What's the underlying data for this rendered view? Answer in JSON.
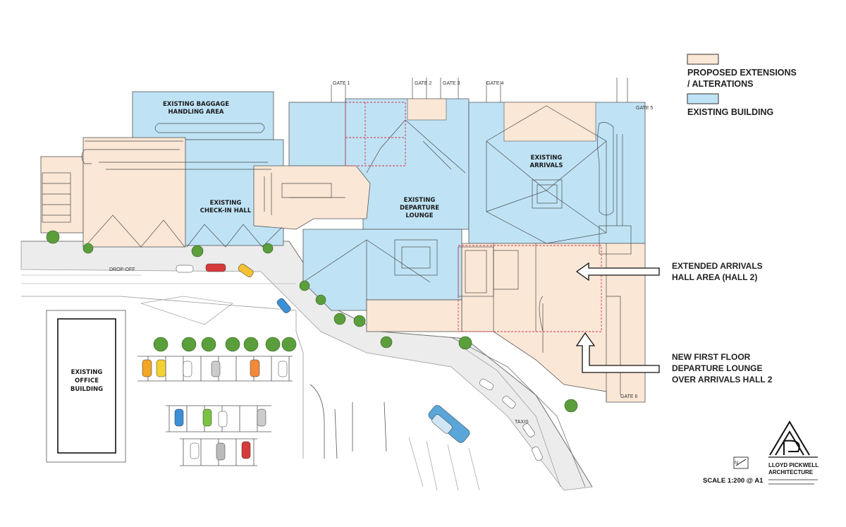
{
  "legend": {
    "proposed_line1": "PROPOSED EXTENSIONS",
    "proposed_line2": "/ ALTERATIONS",
    "existing": "EXISTING BUILDING",
    "proposed_color": "#fbe7d6",
    "existing_color": "#bfe3f5"
  },
  "rooms": {
    "baggage_line1": "EXISTING BAGGAGE",
    "baggage_line2": "HANDLING AREA",
    "checkin_line1": "EXISTING",
    "checkin_line2": "CHECK-IN HALL",
    "departure_line1": "EXISTING",
    "departure_line2": "DEPARTURE",
    "departure_line3": "LOUNGE",
    "arrivals_line1": "EXISTING",
    "arrivals_line2": "ARRIVALS",
    "office_line1": "EXISTING",
    "office_line2": "OFFICE",
    "office_line3": "BUILDING"
  },
  "gates": {
    "g1": "GATE 1",
    "g2": "GATE 2",
    "g3": "GATE 3",
    "g4": "GATE 4",
    "g5": "GATE 5",
    "g6": "GATE 6"
  },
  "road": {
    "dropoff": "DROP-OFF",
    "taxis": "TAXIS"
  },
  "callouts": {
    "arrivals_line1": "EXTENDED ARRIVALS",
    "arrivals_line2": "HALL AREA (HALL 2)",
    "lounge_line1": "NEW FIRST FLOOR",
    "lounge_line2": "DEPARTURE LOUNGE",
    "lounge_line3": "OVER ARRIVALS HALL 2"
  },
  "titleblock": {
    "scale": "SCALE 1:200 @ A1",
    "firm_line1": "LLOYD PICKWELL",
    "firm_line2": "ARCHITECTURE"
  }
}
